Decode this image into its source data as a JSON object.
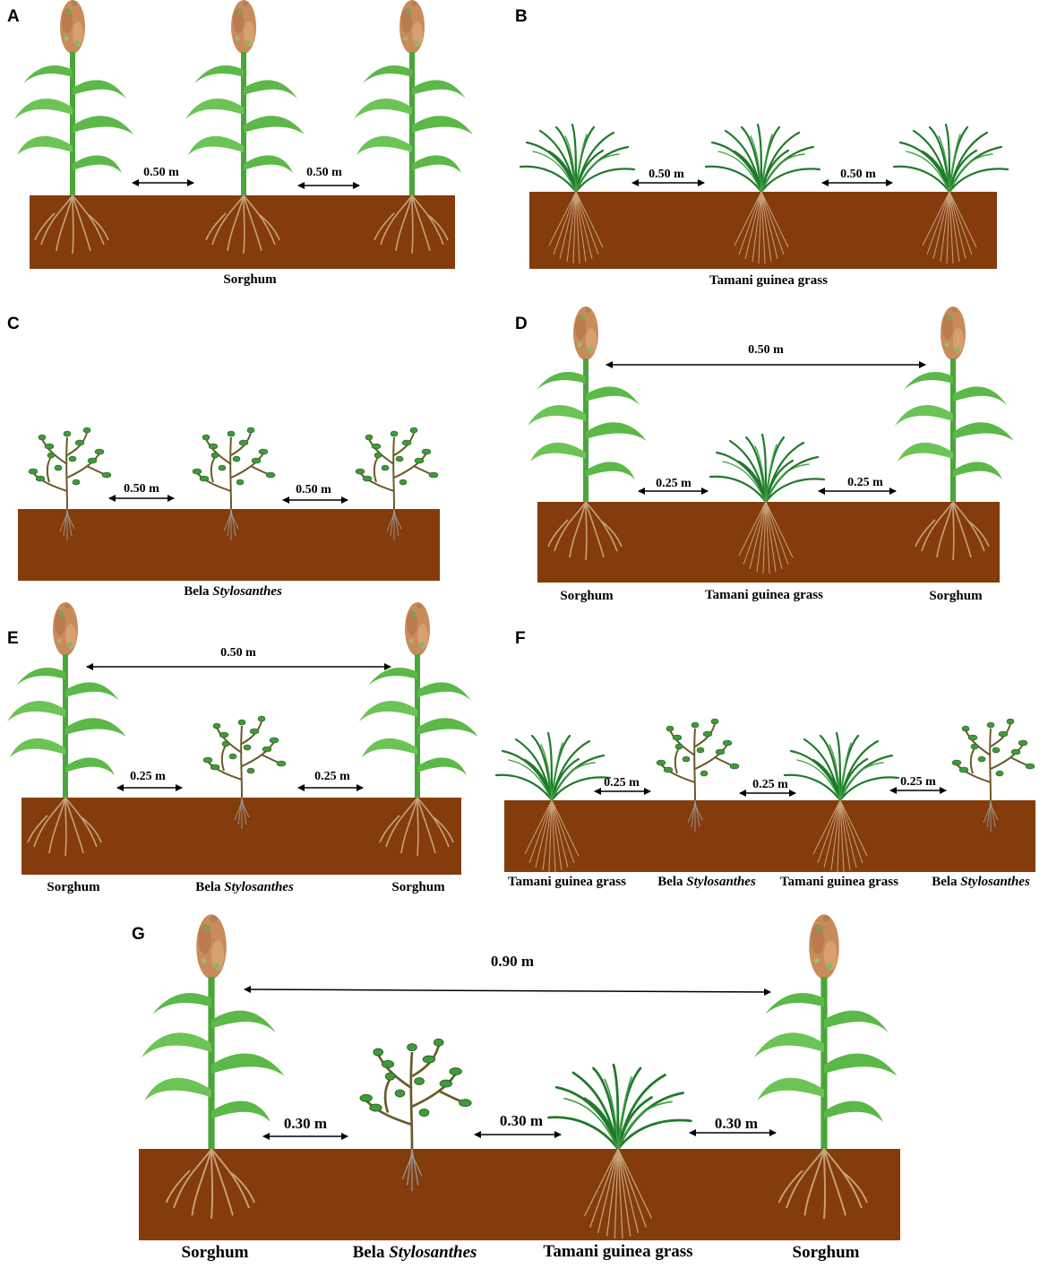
{
  "panels": [
    {
      "id": "A",
      "letter": "A",
      "caption": "Sorghum",
      "distances": [
        "0.50 m",
        "0.50 m"
      ]
    },
    {
      "id": "B",
      "letter": "B",
      "caption": "Tamani guinea grass",
      "distances": [
        "0.50 m",
        "0.50 m"
      ]
    },
    {
      "id": "C",
      "letter": "C",
      "caption_plain": "Bela ",
      "caption_italic": "Stylosanthes",
      "distances": [
        "0.50 m",
        "0.50 m"
      ]
    },
    {
      "id": "D",
      "letter": "D",
      "labels": [
        "Sorghum",
        "Tamani guinea grass",
        "Sorghum"
      ],
      "top_distance": "0.50 m",
      "distances": [
        "0.25 m",
        "0.25 m"
      ]
    },
    {
      "id": "E",
      "letter": "E",
      "labels_plain": [
        "Sorghum",
        "Bela ",
        "Sorghum"
      ],
      "label_italic": "Stylosanthes",
      "top_distance": "0.50 m",
      "distances": [
        "0.25 m",
        "0.25 m"
      ]
    },
    {
      "id": "F",
      "letter": "F",
      "labels": [
        "Tamani guinea grass",
        "Bela ",
        "Tamani guinea grass",
        "Bela "
      ],
      "label_italic": "Stylosanthes",
      "distances": [
        "0.25 m",
        "0.25 m",
        "0.25 m"
      ]
    },
    {
      "id": "G",
      "letter": "G",
      "labels": [
        "Sorghum",
        "Bela ",
        "Tamani guinea grass",
        "Sorghum"
      ],
      "label_italic": "Stylosanthes",
      "top_distance": "0.90 m",
      "distances": [
        "0.30 m",
        "0.30 m",
        "0.30 m"
      ]
    }
  ],
  "colors": {
    "soil": "#843c0c",
    "leaf": "#5cb848",
    "grass": "#1f7a2a",
    "panicle": "#c98b5a",
    "root": "#c8a27a",
    "shrub_leaf": "#3f9a3a",
    "stem_shrub": "#6b5a2a"
  }
}
